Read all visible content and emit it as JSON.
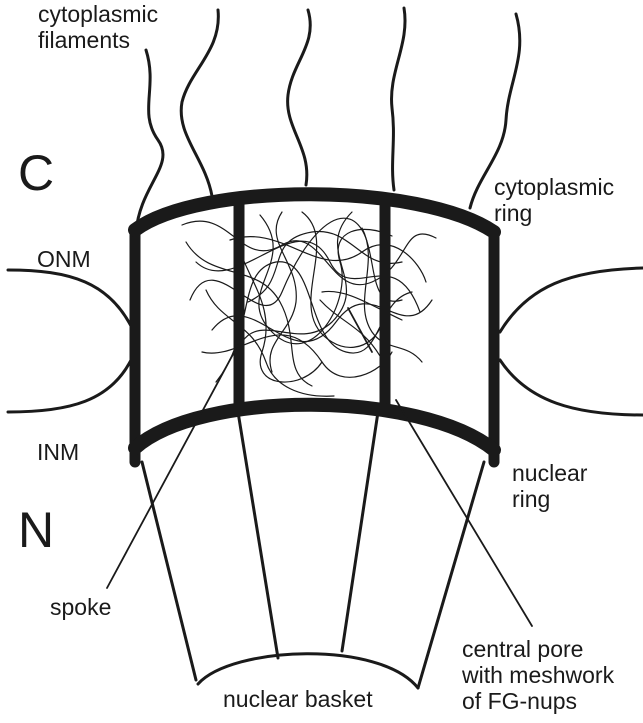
{
  "labels": {
    "cytoplasmic_filaments": "cytoplasmic\nfilaments",
    "c_side": "C",
    "n_side": "N",
    "cytoplasmic_ring": "cytoplasmic\nring",
    "onm": "ONM",
    "inm": "INM",
    "nuclear_ring": "nuclear\nring",
    "spoke": "spoke",
    "central_pore": "central pore\nwith meshwork\nof FG-nups",
    "nuclear_basket": "nuclear basket"
  },
  "colors": {
    "stroke": "#1a1a1a",
    "background": "#ffffff"
  }
}
